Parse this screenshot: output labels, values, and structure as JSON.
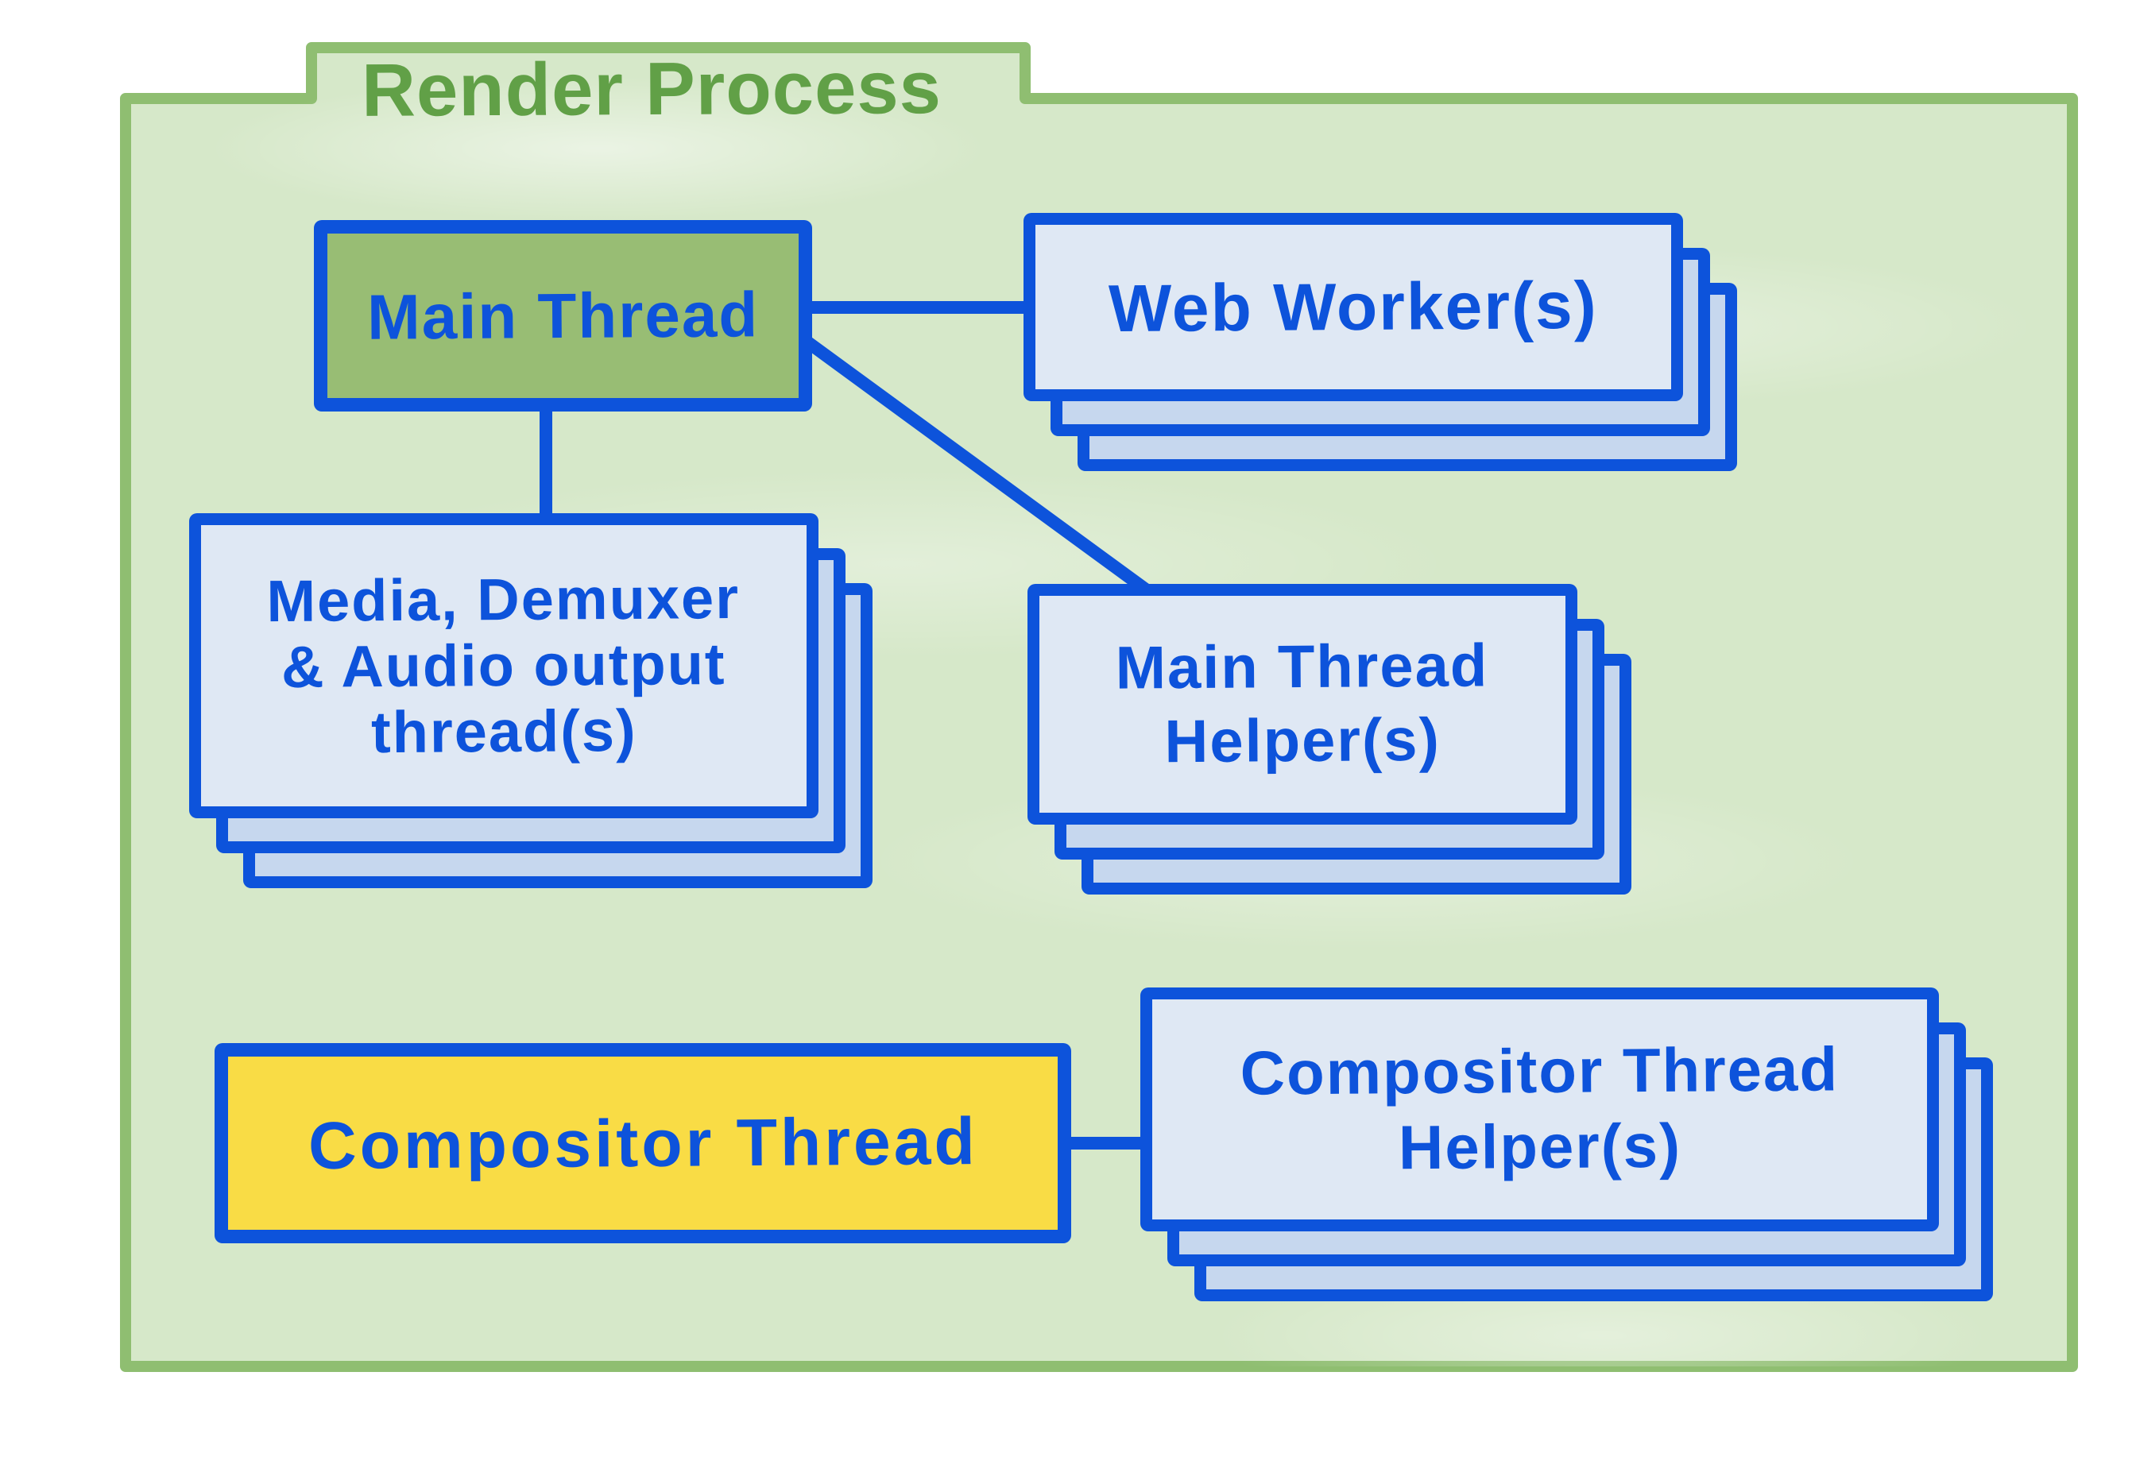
{
  "title": "Render Process",
  "colors": {
    "blue": "#0d53db",
    "card_front": "#dfe8f4",
    "card_back": "#c6d7ee",
    "folder_fill": "#d6e8c9",
    "folder_border": "#8fbe71",
    "title_green": "#61a047",
    "main_thread_fill": "#98bd74",
    "compositor_fill": "#f9dc45"
  },
  "nodes": {
    "main_thread": {
      "label": "Main Thread"
    },
    "web_workers": {
      "label": "Web Worker(s)"
    },
    "media_threads": {
      "lines": [
        "Media, Demuxer",
        "& Audio output",
        "thread(s)"
      ]
    },
    "main_thread_helpers": {
      "lines": [
        "Main Thread",
        "Helper(s)"
      ]
    },
    "compositor_thread": {
      "label": "Compositor Thread"
    },
    "compositor_thread_helpers": {
      "lines": [
        "Compositor Thread",
        "Helper(s)"
      ]
    }
  },
  "edges": [
    {
      "from": "Main Thread",
      "to": "Web Worker(s)"
    },
    {
      "from": "Main Thread",
      "to": "Media, Demuxer & Audio output thread(s)"
    },
    {
      "from": "Main Thread",
      "to": "Main Thread Helper(s)"
    },
    {
      "from": "Compositor Thread",
      "to": "Compositor Thread Helper(s)"
    }
  ]
}
